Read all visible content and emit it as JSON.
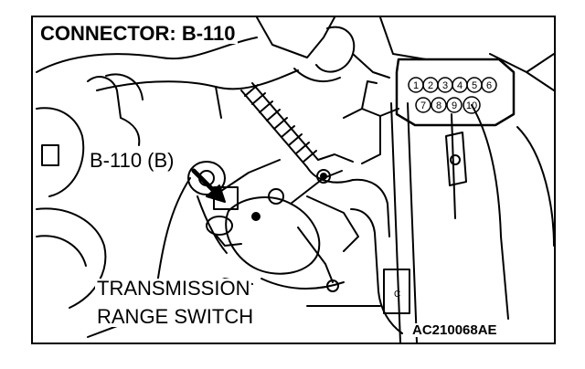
{
  "figure": {
    "title": "CONNECTOR: B-110",
    "connector_ref": "B-110 (B)",
    "component_label_line1": "TRANSMISSION",
    "component_label_line2": "RANGE SWITCH",
    "figure_code": "AC210068AE"
  },
  "connector_pins": {
    "top_row": [
      "1",
      "2",
      "3",
      "4",
      "5",
      "6"
    ],
    "bottom_row": [
      "7",
      "8",
      "9",
      "10"
    ]
  },
  "terminal_letter": "C"
}
